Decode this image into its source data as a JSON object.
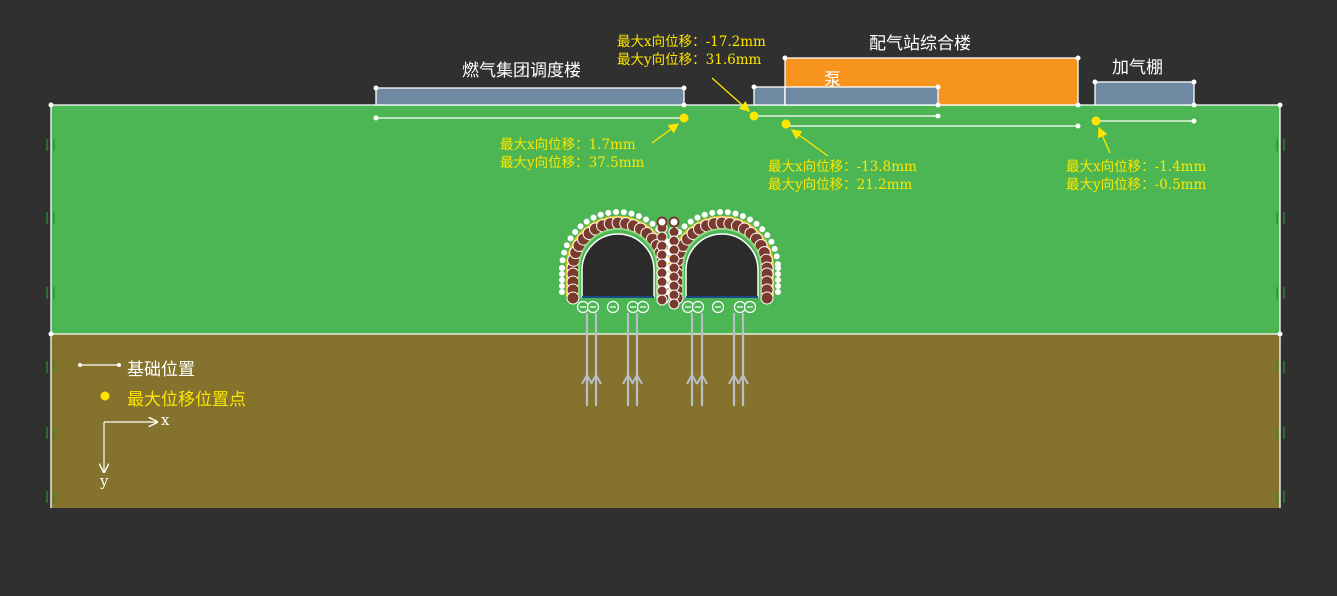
{
  "colors": {
    "background": "#303030",
    "soil_upper": "#4cb655",
    "soil_lower": "#85722c",
    "building": "#6f89a3",
    "pump_house": "#f7941d",
    "annotation": "#ffe600",
    "segment": "#7a3a2e",
    "tunnel": "#2b2b2b"
  },
  "buildings": {
    "dispatch": "燃气集团调度楼",
    "station": "配气站综合楼",
    "pump": "泵",
    "shed": "加气棚"
  },
  "annotations": [
    {
      "x_label": "最大x向位移：",
      "x_value": "1.7mm",
      "y_label": "最大y向位移：",
      "y_value": "37.5mm"
    },
    {
      "x_label": "最大x向位移：",
      "x_value": "-17.2mm",
      "y_label": "最大y向位移：",
      "y_value": "31.6mm"
    },
    {
      "x_label": "最大x向位移：",
      "x_value": "-13.8mm",
      "y_label": "最大y向位移：",
      "y_value": "21.2mm"
    },
    {
      "x_label": "最大x向位移：",
      "x_value": "-1.4mm",
      "y_label": "最大y向位移：",
      "y_value": "-0.5mm"
    }
  ],
  "legend": {
    "foundation": "基础位置",
    "max_point": "最大位移位置点"
  },
  "axes": {
    "x": "x",
    "y": "y"
  }
}
